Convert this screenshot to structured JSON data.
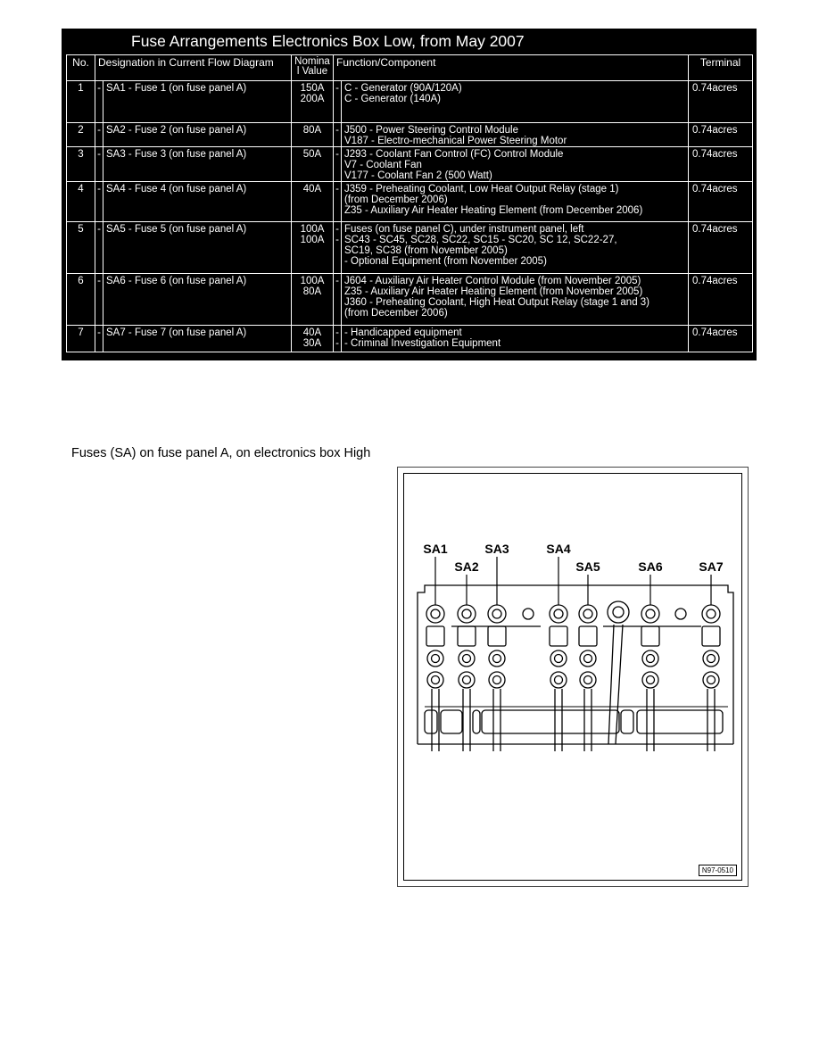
{
  "table": {
    "title": "Fuse Arrangements Electronics Box Low, from May 2007",
    "headers": {
      "no": "No.",
      "designation": "Designation in Current Flow Diagram",
      "nominal_line1": "Nomina",
      "nominal_line2": "l Value",
      "function": "Function/Component",
      "terminal": "Terminal"
    },
    "rows": [
      {
        "no": "1",
        "dash": "-",
        "designation": "SA1 - Fuse 1 (on fuse panel A)",
        "values": [
          "150A",
          "200A"
        ],
        "dashes2": [
          "-"
        ],
        "function": [
          "C - Generator (90A/120A)",
          "C - Generator (140A)"
        ],
        "terminal": "0.74acres"
      },
      {
        "no": "2",
        "dash": "-",
        "designation": "SA2 - Fuse 2 (on fuse panel A)",
        "values": [
          "80A"
        ],
        "dashes2": [
          "-"
        ],
        "function": [
          "J500 - Power Steering Control Module",
          "V187 - Electro-mechanical Power Steering Motor"
        ],
        "terminal": "0.74acres"
      },
      {
        "no": "3",
        "dash": "-",
        "designation": "SA3 - Fuse 3 (on fuse panel A)",
        "values": [
          "50A"
        ],
        "dashes2": [
          "-"
        ],
        "function": [
          "J293 - Coolant Fan Control (FC) Control Module",
          "V7 - Coolant Fan",
          "V177 - Coolant Fan 2 (500 Watt)"
        ],
        "terminal": "0.74acres"
      },
      {
        "no": "4",
        "dash": "-",
        "designation": "SA4 - Fuse 4 (on fuse panel A)",
        "values": [
          "40A"
        ],
        "dashes2": [
          "-"
        ],
        "function": [
          "J359 - Preheating Coolant, Low Heat Output Relay (stage 1)",
          "(from December 2006)",
          "Z35 - Auxiliary Air Heater Heating Element (from December 2006)"
        ],
        "terminal": "0.74acres"
      },
      {
        "no": "5",
        "dash": "-",
        "designation": "SA5 - Fuse 5 (on fuse panel A)",
        "values": [
          "100A",
          "100A"
        ],
        "dashes2": [
          "-",
          "-"
        ],
        "function": [
          "Fuses (on fuse panel C), under instrument panel, left",
          "SC43 - SC45, SC28, SC22, SC15 - SC20, SC 12, SC22-27,",
          "SC19, SC38 (from November 2005)",
          "- Optional Equipment (from November 2005)"
        ],
        "terminal": "0.74acres"
      },
      {
        "no": "6",
        "dash": "-",
        "designation": "SA6 - Fuse 6 (on fuse panel A)",
        "values": [
          "100A",
          "80A"
        ],
        "dashes2": [
          "-"
        ],
        "function": [
          "J604 - Auxiliary Air Heater Control Module (from November 2005)",
          "Z35 - Auxiliary Air Heater Heating Element (from November 2005)",
          "J360 - Preheating Coolant, High Heat Output Relay (stage 1 and 3)",
          "(from December 2006)"
        ],
        "terminal": "0.74acres"
      },
      {
        "no": "7",
        "dash": "-",
        "designation": "SA7 - Fuse 7 (on fuse panel A)",
        "values": [
          "40A",
          "30A"
        ],
        "dashes2": [
          "-",
          "-"
        ],
        "function": [
          "- Handicapped equipment",
          "- Criminal Investigation Equipment"
        ],
        "terminal": "0.74acres"
      }
    ]
  },
  "caption": "Fuses (SA) on fuse panel A, on electronics box High",
  "diagram": {
    "labels": [
      "SA1",
      "SA2",
      "SA3",
      "SA4",
      "SA5",
      "SA6",
      "SA7"
    ],
    "figure_code": "N97-0510"
  }
}
